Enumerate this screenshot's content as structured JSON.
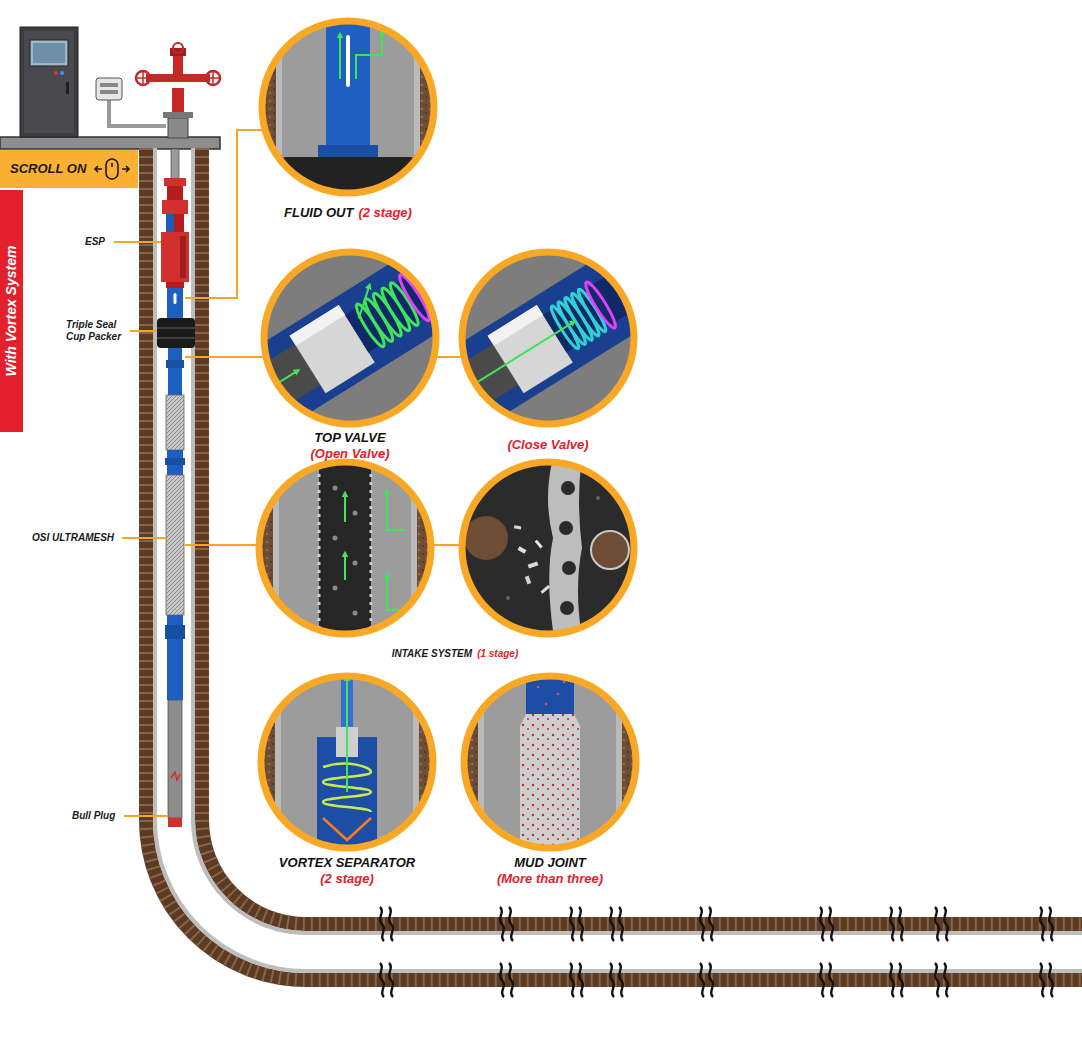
{
  "diagram": {
    "nodes": [
      {
        "text": [
          "SCROLL ON"
        ]
      },
      {
        "text": [
          "With Vortex System"
        ]
      },
      {
        "text": [
          "FLUID OUT",
          "(2 stage)"
        ]
      },
      {
        "text": [
          "TOP VALVE",
          "(Open Valve)"
        ]
      },
      {
        "text": [
          "(Close Valve)"
        ]
      },
      {
        "text": [
          "VORTEX SEPARATOR",
          "(2 stage)"
        ]
      },
      {
        "text": [
          "MUD JOINT",
          "(More than three)"
        ]
      }
    ],
    "labels": [
      "ESP",
      "Triple Seal Cup Packer",
      "OSI ULTRAMESH",
      "INTAKE SYSTEM",
      "(1 stage)",
      "Bull Plug"
    ]
  }
}
